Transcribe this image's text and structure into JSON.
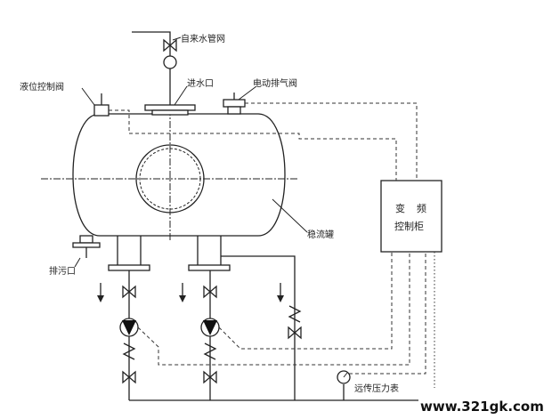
{
  "labels": {
    "tap_water_network": "自来水管网",
    "level_control_valve": "液位控制阀",
    "water_inlet": "进水口",
    "electric_exhaust_valve": "电动排气阀",
    "steady_flow_tank": "稳流罐",
    "drain_outlet": "排污口",
    "remote_pressure_gauge": "远传压力表"
  },
  "control_box": {
    "line1_a": "变",
    "line1_b": "频",
    "line2": "控制柜"
  },
  "watermark": "www.321gk.com"
}
